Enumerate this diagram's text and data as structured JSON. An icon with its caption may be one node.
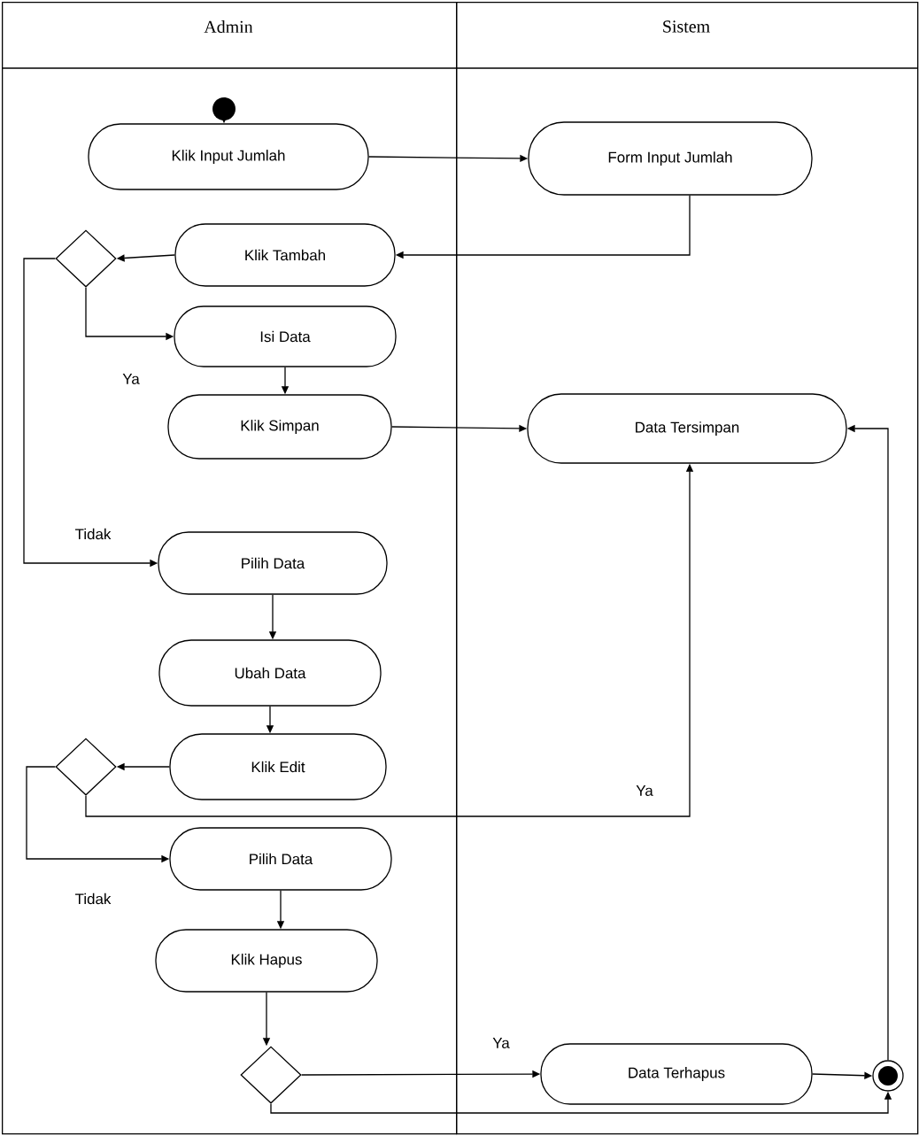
{
  "diagram": {
    "nodes": [
      {
        "text": [
          "Admin"
        ]
      },
      {
        "text": [
          "Sistem"
        ]
      },
      {
        "text": [],
        "shape": "circle",
        "in": 0
      },
      {
        "text": [
          "Klik Input Jumlah"
        ],
        "in": 0
      },
      {
        "text": [
          "Form Input Jumlah"
        ],
        "in": 1
      },
      {
        "text": [],
        "shape": "diamond",
        "in": 0
      },
      {
        "text": [
          "Klik Tambah"
        ],
        "in": 0
      },
      {
        "text": [
          "Isi Data"
        ],
        "in": 0
      },
      {
        "text": [
          "Klik Simpan"
        ],
        "in": 0
      },
      {
        "text": [
          "Data Tersimpan"
        ],
        "in": 1
      },
      {
        "text": [
          "Pilih Data"
        ],
        "in": 0
      },
      {
        "text": [
          "Ubah Data"
        ],
        "in": 0
      },
      {
        "text": [
          "Klik Edit"
        ],
        "in": 0
      },
      {
        "text": [],
        "shape": "diamond",
        "in": 0
      },
      {
        "text": [
          "Pilih Data"
        ],
        "in": 0
      },
      {
        "text": [
          "Klik Hapus"
        ],
        "in": 0
      },
      {
        "text": [],
        "shape": "diamond",
        "in": 0
      },
      {
        "text": [
          "Data Terhapus"
        ],
        "in": 1
      },
      {
        "text": [],
        "shape": "circle",
        "in": 1
      }
    ],
    "edges": [
      {
        "from": 2,
        "to": 3,
        "arrow": "to"
      },
      {
        "from": 3,
        "to": 4,
        "arrow": "to"
      },
      {
        "from": 4,
        "to": 6,
        "arrow": "to"
      },
      {
        "from": 6,
        "to": 5,
        "arrow": "to"
      },
      {
        "from": 5,
        "to": 7,
        "arrow": "to",
        "label": "Ya"
      },
      {
        "from": 5,
        "to": 10,
        "arrow": "to",
        "label": "Tidak"
      },
      {
        "from": 7,
        "to": 8,
        "arrow": "to"
      },
      {
        "from": 8,
        "to": 9,
        "arrow": "to"
      },
      {
        "from": 10,
        "to": 11,
        "arrow": "to"
      },
      {
        "from": 11,
        "to": 12,
        "arrow": "to"
      },
      {
        "from": 12,
        "to": 13,
        "arrow": "to"
      },
      {
        "from": 13,
        "to": 9,
        "arrow": "to",
        "label": "Ya"
      },
      {
        "from": 13,
        "to": 14,
        "arrow": "to",
        "label": "Tidak"
      },
      {
        "from": 14,
        "to": 15,
        "arrow": "to"
      },
      {
        "from": 15,
        "to": 16,
        "arrow": "to"
      },
      {
        "from": 16,
        "to": 17,
        "arrow": "to",
        "label": "Ya"
      },
      {
        "from": 17,
        "to": 18,
        "arrow": "to"
      },
      {
        "from": 16,
        "to": 18,
        "arrow": "to"
      },
      {
        "from": 18,
        "to": 9,
        "arrow": "to"
      }
    ]
  }
}
